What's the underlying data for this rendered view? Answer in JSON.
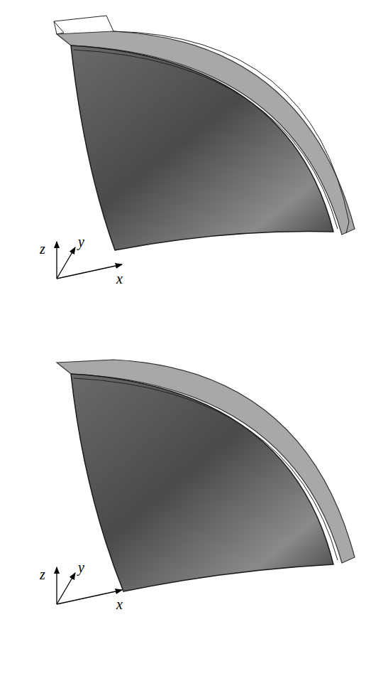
{
  "diagram": {
    "labels": [
      "z",
      "y",
      "x",
      "z",
      "y",
      "x"
    ]
  }
}
